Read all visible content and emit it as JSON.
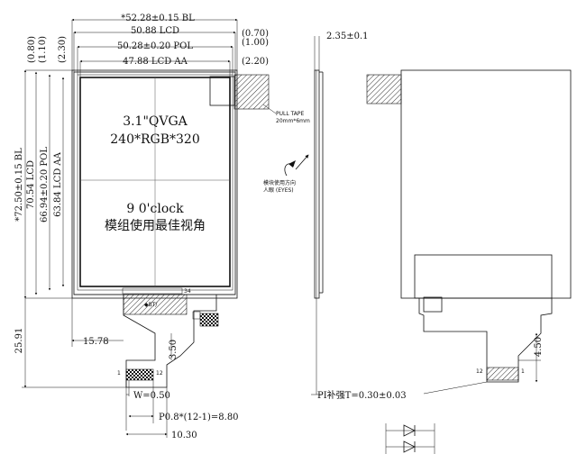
{
  "drawing": {
    "dims": {
      "bl_width": "*52.28±0.15 BL",
      "lcd_width": "50.88 LCD",
      "pol_width": "50.28±0.20 POL",
      "aa_width": "47.88 LCD AA",
      "tol_070": "(0.70)",
      "tol_100": "(1.00)",
      "tol_220": "(2.20)",
      "left_080": "(0.80)",
      "left_110": "(1.10)",
      "left_230": "(2.30)",
      "bl_height": "*72.50±0.15 BL",
      "lcd_height": "70.54 LCD",
      "pol_height": "66.94±0.20 POL",
      "aa_height": "63.84 LCD AA",
      "thickness": "2.35±0.1",
      "fpc_length": "25.91",
      "fpc_offset": "15.78",
      "fpc_350": "3.50",
      "pitch_w": "W=0.50",
      "pitch_p": "P0.8*(12-1)=8.80",
      "fpc_width": "10.30",
      "stiff_450": "4.50",
      "pi_stiff": "PI补强T=0.30±0.03"
    },
    "labels": {
      "size": "3.1\"QVGA",
      "resolution": "240*RGB*320",
      "view_dir": "9 0'clock",
      "view_cn": "模组使用最佳视角",
      "pull_tape": "PULL TAPE",
      "pull_tape_size": "20mm*6mm",
      "direction_1": "模块使用方向",
      "direction_2": "人眼 (EYES)",
      "pin_34": "34",
      "pin_1_front": "1",
      "pin_12_front": "12",
      "pin_12_back": "12",
      "pin_1_back": "1",
      "fpc_mark": "◆BT/"
    }
  }
}
